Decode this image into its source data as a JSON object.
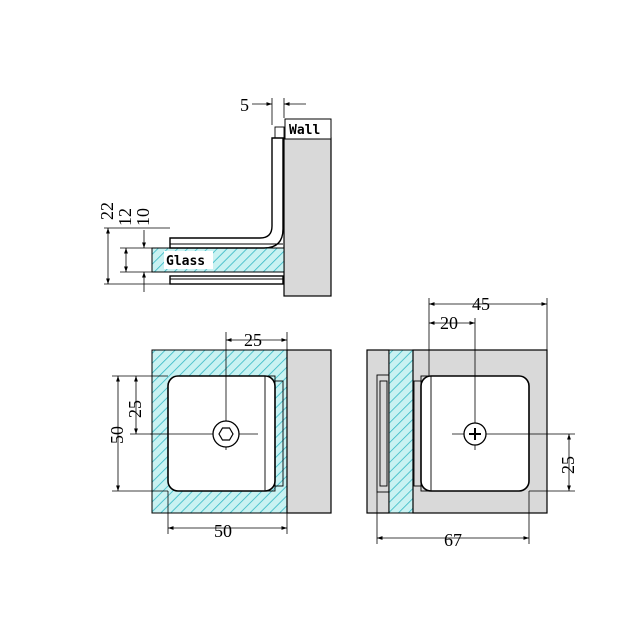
{
  "side_view": {
    "wall_label": "Wall",
    "glass_label": "Glass",
    "dim_top": "5",
    "dim_22": "22",
    "dim_12": "12",
    "dim_10": "10"
  },
  "front_view": {
    "dim_top_25": "25",
    "dim_left_25": "25",
    "dim_left_50": "50",
    "dim_bottom_50": "50"
  },
  "back_view": {
    "dim_45": "45",
    "dim_20": "20",
    "dim_right_25": "25",
    "dim_bottom_67": "67"
  },
  "colors": {
    "glass_fill": "#c9f2f2",
    "glass_hatch": "#33b8c4",
    "wall_fill": "#d9d9d9",
    "line": "#000000"
  },
  "icons": {
    "front_screw": "hex-socket-screw-icon",
    "back_screw": "phillips-screw-icon"
  }
}
